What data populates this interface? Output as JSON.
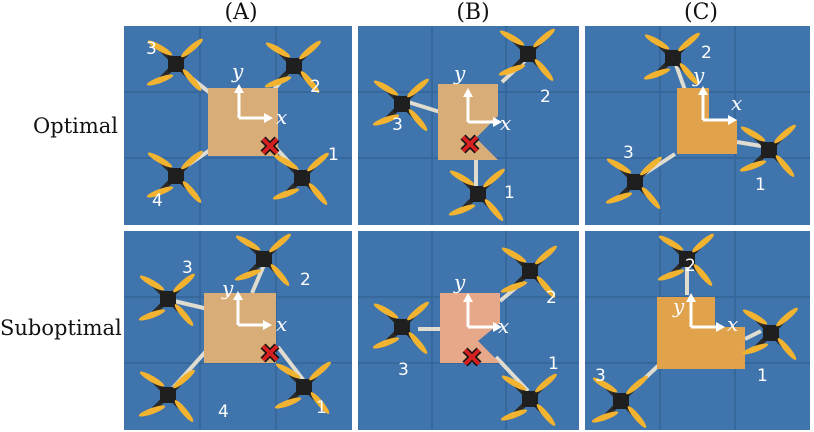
{
  "columns": [
    "(A)",
    "(B)",
    "(C)"
  ],
  "rows": [
    "Optimal",
    "Suboptimal"
  ],
  "axis": {
    "x": "x",
    "y": "y"
  },
  "panels": [
    {
      "id": "A-optimal",
      "labels": [
        "1",
        "2",
        "3",
        "4"
      ],
      "marker": "red-x-icon"
    },
    {
      "id": "B-optimal",
      "labels": [
        "1",
        "2",
        "3"
      ],
      "marker": "red-x-icon"
    },
    {
      "id": "C-optimal",
      "labels": [
        "1",
        "2",
        "3"
      ]
    },
    {
      "id": "A-suboptimal",
      "labels": [
        "1",
        "2",
        "3",
        "4"
      ],
      "marker": "red-x-icon"
    },
    {
      "id": "B-suboptimal",
      "labels": [
        "1",
        "2",
        "3"
      ],
      "marker": "red-x-icon"
    },
    {
      "id": "C-suboptimal",
      "labels": [
        "1",
        "2",
        "3"
      ]
    }
  ],
  "colors": {
    "mat": "#3f74ad",
    "plate": "#d9ad78",
    "propeller": "#f2b430",
    "frame": "#2a2a2a",
    "marker": "#d62020"
  }
}
